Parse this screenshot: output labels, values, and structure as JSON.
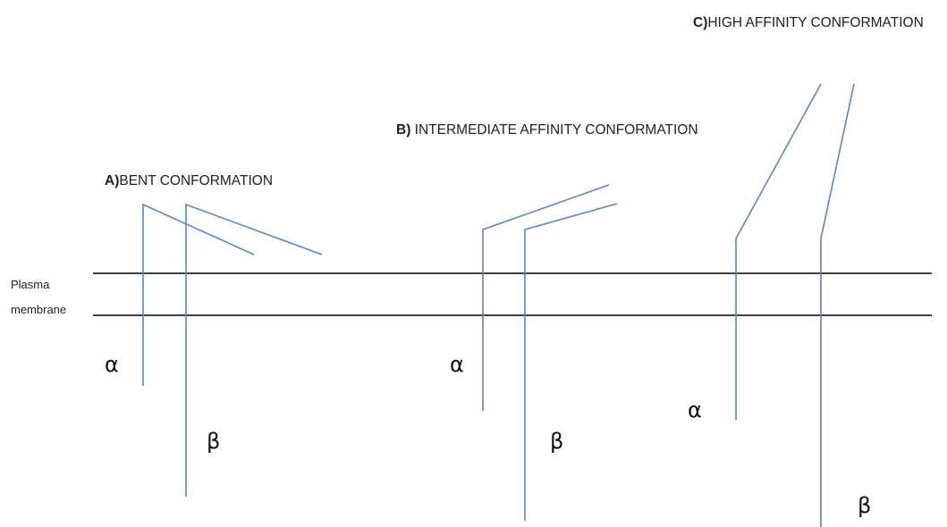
{
  "panels": [
    {
      "letter": "A)",
      "title": "BENT CONFORMATION",
      "alpha_label": "α",
      "beta_label": "β"
    },
    {
      "letter": "B)",
      "title": " INTERMEDIATE AFFINITY CONFORMATION",
      "alpha_label": "α",
      "beta_label": "β"
    },
    {
      "letter": "C)",
      "title": "HIGH AFFINITY CONFORMATION",
      "alpha_label": "α",
      "beta_label": "β"
    }
  ],
  "membrane": {
    "label_line1": "Plasma",
    "label_line2": "membrane"
  },
  "colors": {
    "membrane": "#000000",
    "chain": "#5b86c0",
    "background": "#ffffff"
  }
}
